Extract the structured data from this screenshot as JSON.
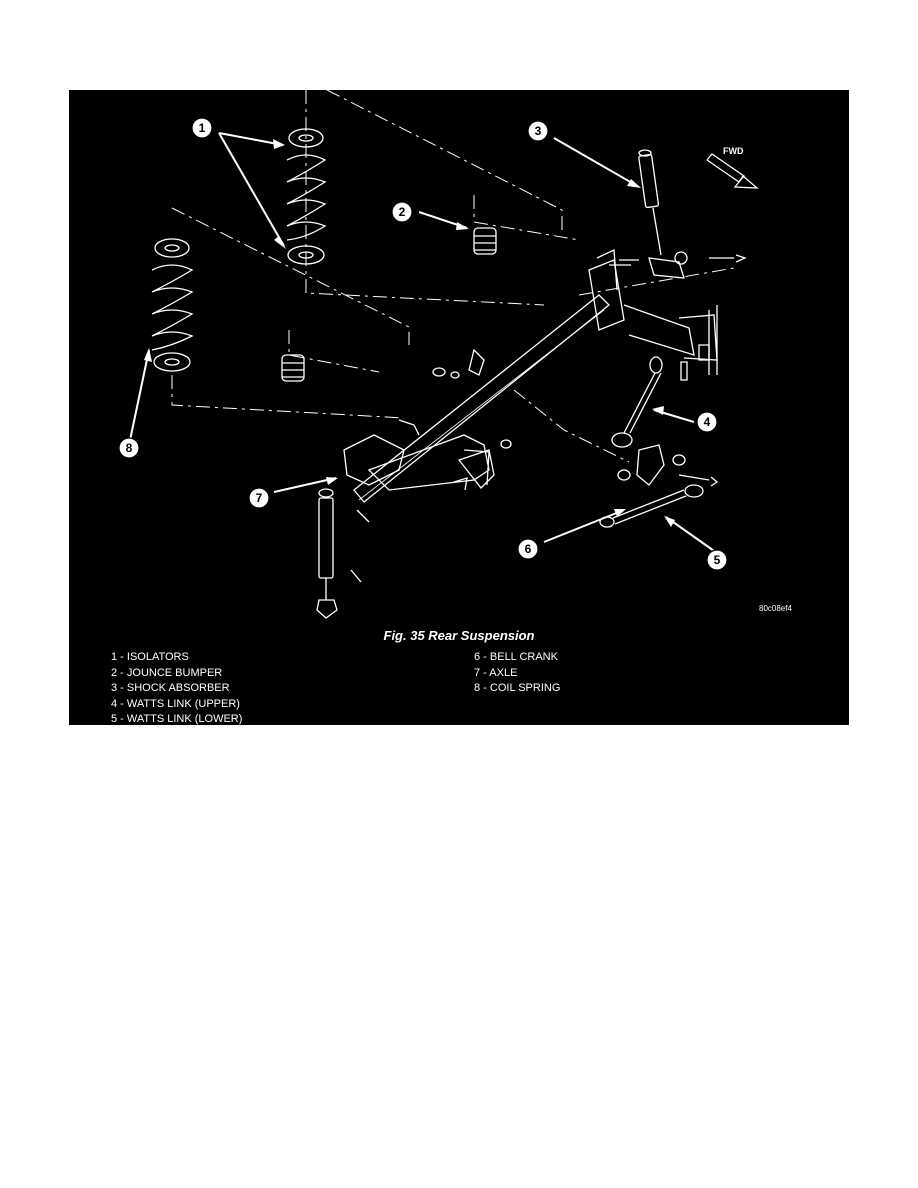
{
  "figure": {
    "caption": "Fig. 35 Rear Suspension",
    "code": "80c08ef4",
    "direction_label": "FWD",
    "callouts": [
      "1",
      "2",
      "3",
      "4",
      "5",
      "6",
      "7",
      "8"
    ],
    "legend_left": [
      "1 - ISOLATORS",
      "2 - JOUNCE BUMPER",
      "3 - SHOCK ABSORBER",
      "4 - WATTS LINK (UPPER)",
      "5 - WATTS LINK (LOWER)"
    ],
    "legend_right": [
      "6 - BELL CRANK",
      "7 - AXLE",
      "8 - COIL SPRING"
    ],
    "colors": {
      "background": "#000000",
      "ink": "#ffffff"
    }
  }
}
